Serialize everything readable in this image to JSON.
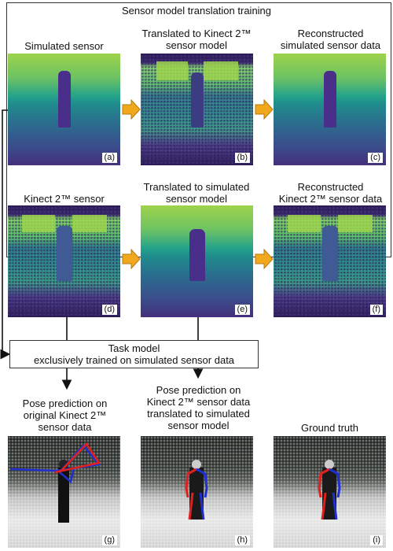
{
  "outer_title": "Sensor model translation training",
  "labels": {
    "simulated_sensor": "Simulated sensor",
    "translated_to_kinect": "Translated to Kinect 2™\nsensor model",
    "reconstructed_simulated": "Reconstructed\nsimulated sensor data",
    "kinect_sensor": "Kinect 2™ sensor",
    "translated_to_simulated": "Translated to simulated\nsensor model",
    "reconstructed_kinect": "Reconstructed\nKinect 2™ sensor data",
    "pose_original": "Pose prediction on\noriginal Kinect 2™\nsensor data",
    "pose_translated": "Pose prediction on\nKinect 2™ sensor data\ntranslated to simulated\nsensor model",
    "ground_truth": "Ground truth"
  },
  "captions": {
    "a": "(a)",
    "b": "(b)",
    "c": "(c)",
    "d": "(d)",
    "e": "(e)",
    "f": "(f)",
    "g": "(g)",
    "h": "(h)",
    "i": "(i)"
  },
  "task_model": {
    "line1": "Task model",
    "line2": "exclusively trained on simulated sensor data"
  },
  "colors": {
    "arrow_orange": "#f2a81d",
    "pose_red": "#e02020",
    "pose_blue": "#2030d0"
  }
}
